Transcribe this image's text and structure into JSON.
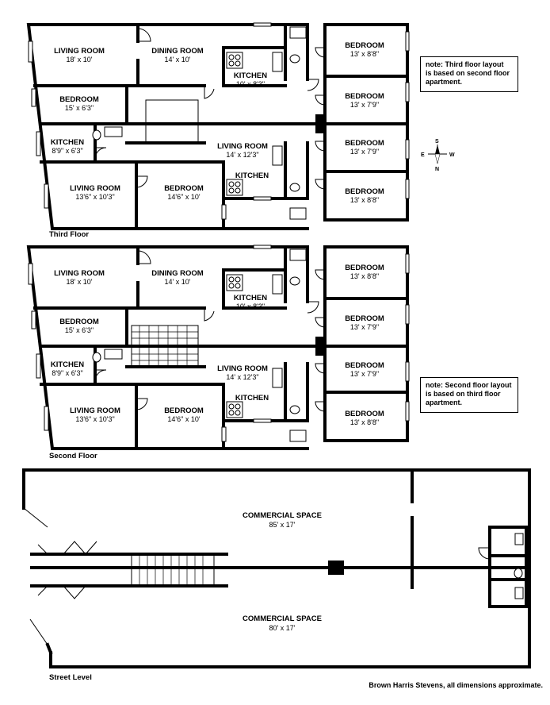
{
  "floors": {
    "third": {
      "label": "Third Floor",
      "rooms": [
        {
          "name": "LIVING ROOM",
          "dims": "18' x 10'"
        },
        {
          "name": "DINING ROOM",
          "dims": "14' x 10'"
        },
        {
          "name": "KITCHEN",
          "dims": "10' x 8'3\""
        },
        {
          "name": "BEDROOM",
          "dims": "15' x 6'3\""
        },
        {
          "name": "KITCHEN",
          "dims": "8'9\" x 6'3\""
        },
        {
          "name": "LIVING ROOM",
          "dims": "14' x 12'3\""
        },
        {
          "name": "KITCHEN",
          "dims": ""
        },
        {
          "name": "LIVING ROOM",
          "dims": "13'6\" x 10'3\""
        },
        {
          "name": "BEDROOM",
          "dims": "14'6\" x 10'"
        },
        {
          "name": "BEDROOM",
          "dims": "13' x 8'8\""
        },
        {
          "name": "BEDROOM",
          "dims": "13' x 7'9\""
        },
        {
          "name": "BEDROOM",
          "dims": "13' x 7'9\""
        },
        {
          "name": "BEDROOM",
          "dims": "13' x 8'8\""
        }
      ],
      "note": [
        "note: Third floor layout",
        "is based on second floor",
        "apartment."
      ]
    },
    "second": {
      "label": "Second Floor",
      "rooms": [
        {
          "name": "LIVING ROOM",
          "dims": "18' x 10'"
        },
        {
          "name": "DINING ROOM",
          "dims": "14' x 10'"
        },
        {
          "name": "KITCHEN",
          "dims": "10' x 8'3\""
        },
        {
          "name": "BEDROOM",
          "dims": "15' x 6'3\""
        },
        {
          "name": "KITCHEN",
          "dims": "8'9\" x 6'3\""
        },
        {
          "name": "LIVING ROOM",
          "dims": "14' x 12'3\""
        },
        {
          "name": "KITCHEN",
          "dims": ""
        },
        {
          "name": "LIVING ROOM",
          "dims": "13'6\" x 10'3\""
        },
        {
          "name": "BEDROOM",
          "dims": "14'6\" x 10'"
        },
        {
          "name": "BEDROOM",
          "dims": "13' x 8'8\""
        },
        {
          "name": "BEDROOM",
          "dims": "13' x 7'9\""
        },
        {
          "name": "BEDROOM",
          "dims": "13' x 7'9\""
        },
        {
          "name": "BEDROOM",
          "dims": "13' x 8'8\""
        }
      ],
      "note": [
        "note: Second floor layout",
        "is based on third floor",
        "apartment."
      ]
    },
    "street": {
      "label": "Street Level",
      "rooms": [
        {
          "name": "COMMERCIAL SPACE",
          "dims": "85' x 17'"
        },
        {
          "name": "COMMERCIAL SPACE",
          "dims": "80' x 17'"
        }
      ]
    }
  },
  "compass": {
    "n": "N",
    "s": "S",
    "e": "E",
    "w": "W"
  },
  "credit": "Brown Harris Stevens, all dimensions approximate."
}
